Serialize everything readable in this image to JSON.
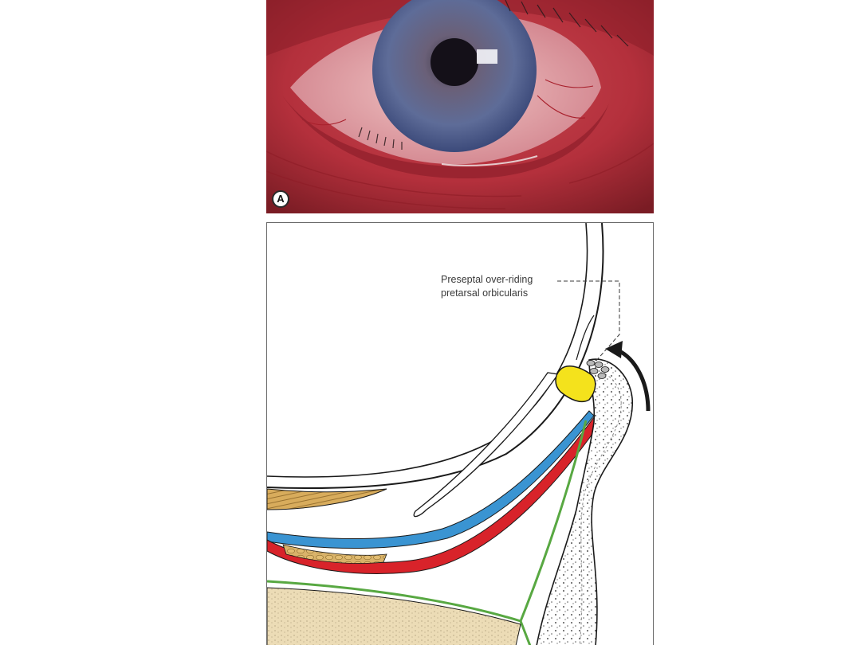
{
  "panel_a": {
    "badge": "A"
  },
  "panel_b": {
    "callout": {
      "line1": "Preseptal over-riding",
      "line2": "pretarsal orbicularis"
    }
  },
  "colors": {
    "skin": "#b8303c",
    "iris": "#5a6a94",
    "tarsus": "#f4e21c",
    "conjunctiva_blue": "#3a94d2",
    "retractor_red": "#d8232a",
    "septum_green": "#58a842",
    "fat": "#d9b36a",
    "bone": "#ecdcb6"
  },
  "icons": [
    "curved-arrow-icon"
  ]
}
